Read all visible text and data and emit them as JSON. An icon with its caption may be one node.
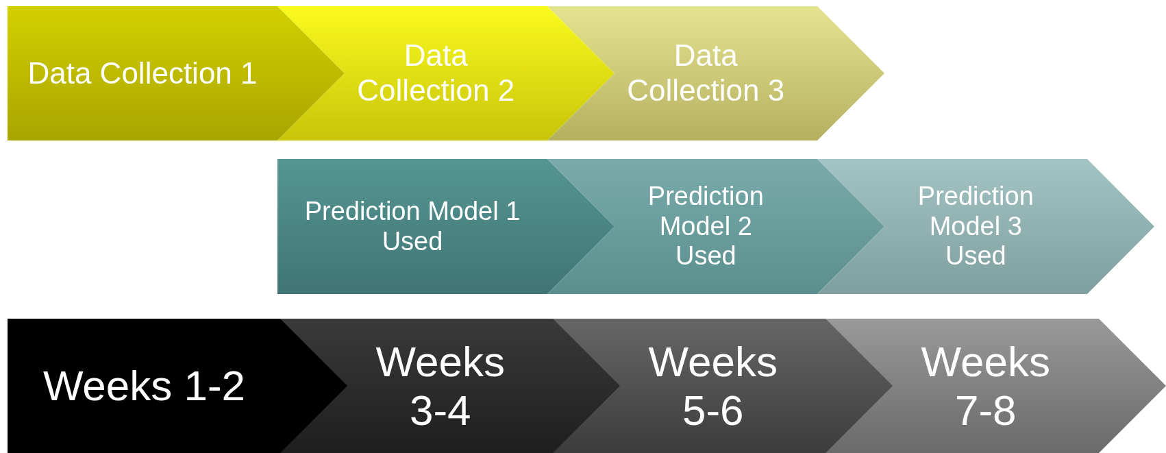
{
  "diagram": {
    "nodes": [
      {
        "text": [
          "Data Collection 1"
        ]
      },
      {
        "text": [
          "Data Collection 2"
        ]
      },
      {
        "text": [
          "Data Collection 3"
        ]
      },
      {
        "text": [
          "Prediction Model 1 Used"
        ]
      },
      {
        "text": [
          "Prediction Model 2 Used"
        ]
      },
      {
        "text": [
          "Prediction Model 3 Used"
        ]
      },
      {
        "text": [
          "Weeks 1-2"
        ]
      },
      {
        "text": [
          "Weeks 3-4"
        ]
      },
      {
        "text": [
          "Weeks 5-6"
        ]
      },
      {
        "text": [
          "Weeks 7-8"
        ]
      }
    ]
  }
}
